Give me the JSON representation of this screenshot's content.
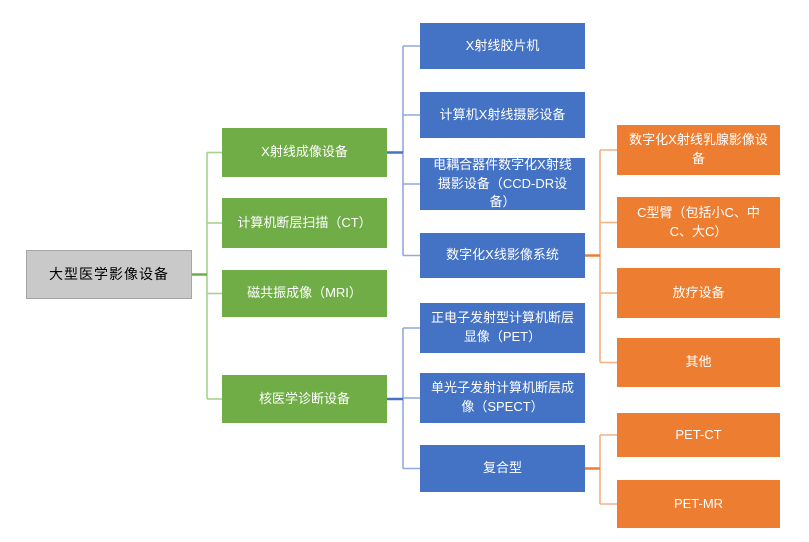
{
  "colors": {
    "root_fill": "#C9C9C9",
    "root_border": "#A6A6A6",
    "root_text": "#000000",
    "green": "#70AD47",
    "green_line": "#A9D18E",
    "blue": "#4472C4",
    "blue_line": "#8FAADC",
    "orange": "#ED7D31",
    "orange_line": "#F4B183",
    "text_on_color": "#FFFFFF"
  },
  "diagram": {
    "root": {
      "label": "大型医学影像设备"
    },
    "level2": [
      {
        "label": "X射线成像设备"
      },
      {
        "label": "计算机断层扫描（CT）"
      },
      {
        "label": "磁共振成像（MRI）"
      },
      {
        "label": "核医学诊断设备"
      }
    ],
    "level3": [
      {
        "label": "X射线胶片机"
      },
      {
        "label": "计算机X射线摄影设备"
      },
      {
        "label": "电耦合器件数字化X射线摄影设备（CCD-DR设备）"
      },
      {
        "label": "数字化X线影像系统"
      },
      {
        "label": "正电子发射型计算机断层显像（PET）"
      },
      {
        "label": "单光子发射计算机断层成像（SPECT）"
      },
      {
        "label": "复合型"
      }
    ],
    "level4": [
      {
        "label": "数字化X射线乳腺影像设备"
      },
      {
        "label": "C型臂（包括小C、中C、大C）"
      },
      {
        "label": "放疗设备"
      },
      {
        "label": "其他"
      },
      {
        "label": "PET-CT"
      },
      {
        "label": "PET-MR"
      }
    ]
  }
}
